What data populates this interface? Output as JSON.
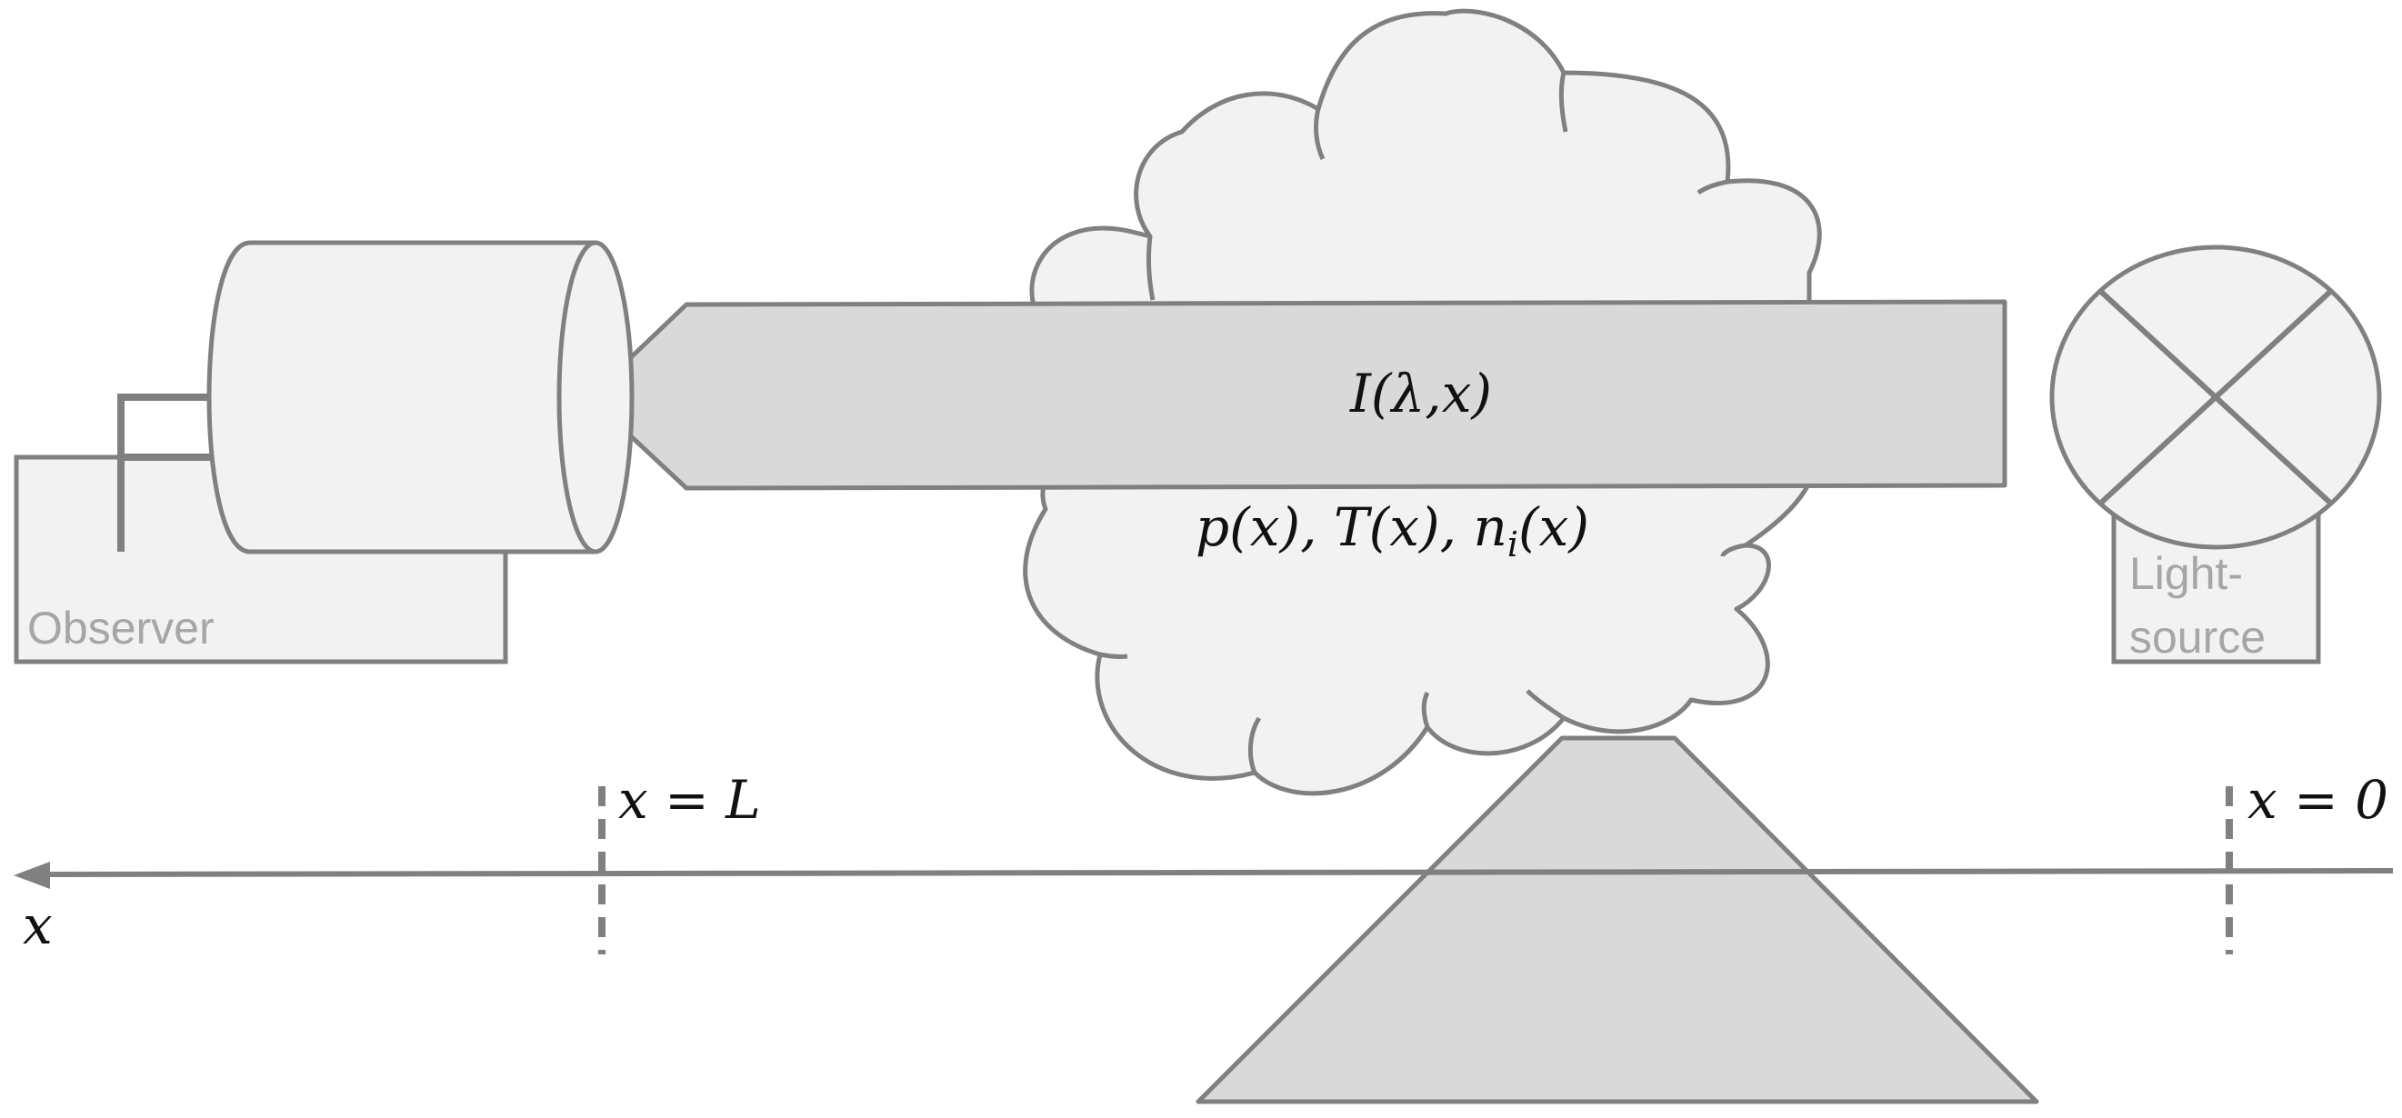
{
  "labels": {
    "observer": "Observer",
    "light_source_line1": "Light-",
    "light_source_line2": "source",
    "intensity": "I(λ,x)",
    "params_prefix": "p(x), T(x), n",
    "params_subscript": "i",
    "params_suffix": "(x)",
    "x_equals_L": "x = L",
    "x_equals_0": "x = 0",
    "x_axis": "x"
  },
  "colors": {
    "stroke": "#808080",
    "light_fill": "#f2f2f2",
    "beam_fill": "#d9d9d9",
    "mountain_fill": "#d9d9d9",
    "label_gray": "#a6a6a6",
    "math_text": "#111111"
  },
  "icons": {
    "light_source": "cross-circle-lamp-icon",
    "observer": "telescope-icon"
  }
}
